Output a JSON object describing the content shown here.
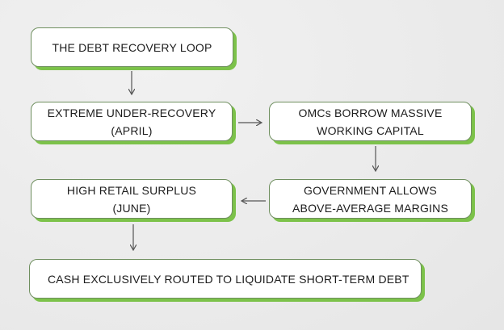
{
  "diagram": {
    "title_box": "THE DEBT RECOVERY LOOP",
    "nodes": {
      "extreme": "EXTREME UNDER-RECOVERY\n(APRIL)",
      "omcs": "OMCs BORROW MASSIVE\nWORKING CAPITAL",
      "government": "GOVERNMENT ALLOWS\nABOVE-AVERAGE MARGINS",
      "retail": "HIGH RETAIL SURPLUS\n(JUNE)",
      "cash": "CASH EXCLUSIVELY ROUTED TO LIQUIDATE SHORT-TERM DEBT"
    },
    "colors": {
      "box_fill": "#ffffff",
      "box_border": "#6f8f5f",
      "shadow_accent": "#7cc24a",
      "arrow": "#555555",
      "text": "#1c1c1c"
    }
  }
}
